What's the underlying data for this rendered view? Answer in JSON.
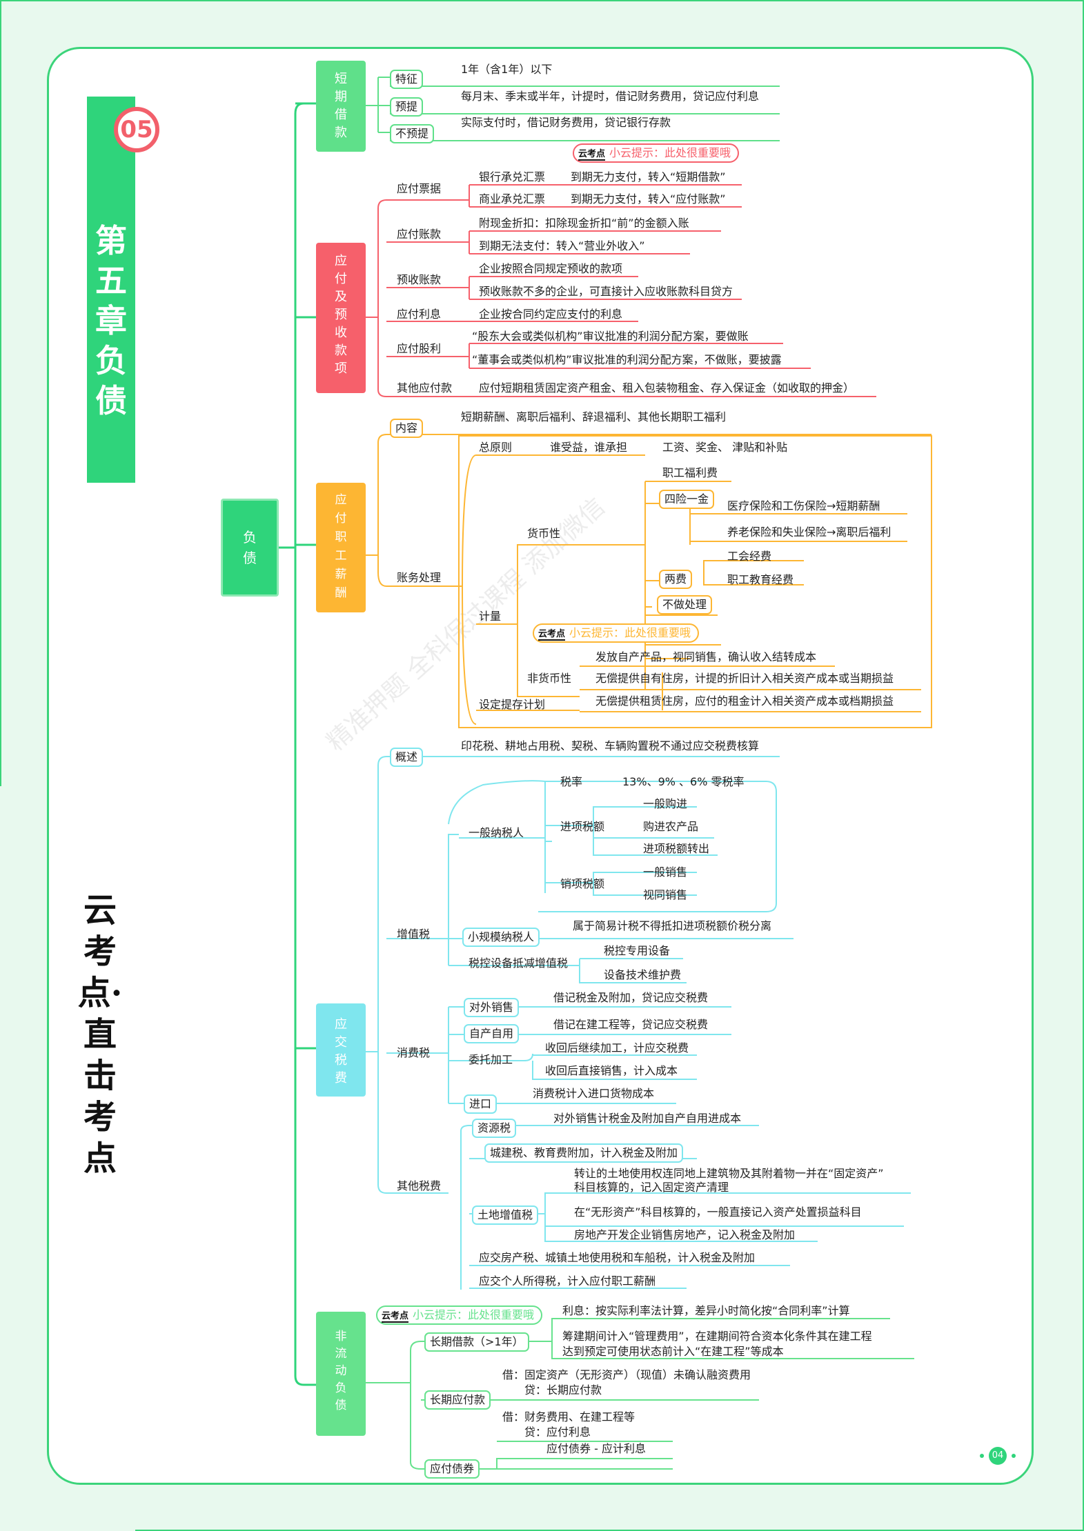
{
  "chapter_badge": "05",
  "chapter_title": "第五章 负债",
  "side_title": "云考点·直击考点",
  "page_number": "04",
  "tip_logo": "云考点",
  "watermark": "精准押题 全科保过课程 添加微信",
  "root": "负债",
  "colors": {
    "green": "#2fd47b",
    "short_term": "#5fe08a",
    "payable": "#f6606b",
    "salary": "#fdb633",
    "tax": "#7fe6ee",
    "noncurrent": "#66e28d"
  },
  "short": {
    "cat": "短期借款",
    "items": [
      {
        "label": "特征",
        "text": "1年（含1年）以下"
      },
      {
        "label": "预提",
        "text": "每月末、季末或半年，计提时，借记财务费用，贷记应付利息"
      },
      {
        "label": "不预提",
        "text": "实际支付时，借记财务费用，贷记银行存款"
      }
    ]
  },
  "payable": {
    "cat": "应付及预收款项",
    "tip": "小云提示：此处很重要哦",
    "notes_l1": "应付票据",
    "notes": [
      {
        "type": "银行承兑汇票",
        "text": "到期无力支付，转入“短期借款”"
      },
      {
        "type": "商业承兑汇票",
        "text": "到期无力支付，转入“应付账款”"
      }
    ],
    "ap_l1": "应付账款",
    "ap": [
      "附现金折扣：扣除现金折扣“前”的金额入账",
      "到期无法支付：转入“营业外收入”"
    ],
    "adv_l1": "预收账款",
    "adv": [
      "企业按照合同规定预收的款项",
      "预收账款不多的企业，可直接计入应收账款科目贷方"
    ],
    "int_l1": "应付利息",
    "int": "企业按合同约定应支付的利息",
    "div_l1": "应付股利",
    "div": [
      "“股东大会或类似机构”审议批准的利润分配方案，要做账",
      "“董事会或类似机构”审议批准的利润分配方案，不做账，要披露"
    ],
    "other_l1": "其他应付款",
    "other": "应付短期租赁固定资产租金、租入包装物租金、存入保证金（如收取的押金）"
  },
  "salary": {
    "cat": "应付职工薪酬",
    "content_l1": "内容",
    "content": "短期薪酬、离职后福利、辞退福利、其他长期职工福利",
    "acct_l1": "账务处理",
    "principle": "总原则",
    "principle_text": "谁受益，谁承担",
    "wages": "工资、奖金、 津贴和补贴",
    "measure": "计量",
    "monetary": "货币性",
    "welfare": "职工福利费",
    "four": "四险一金",
    "four_a": "医疗保险和工伤保险→短期薪酬",
    "four_b": "养老保险和失业保险→离职后福利",
    "two": "两费",
    "two_a": "工会经费",
    "two_b": "职工教育经费",
    "noproc": "不做处理",
    "tip": "小云提示：此处很重要哦",
    "nonmon": "非货币性",
    "nonmon_items": [
      "发放自产产品，视同销售，确认收入结转成本",
      "无偿提供自有住房，计提的折旧计入相关资产成本或当期损益",
      "无偿提供租赁住房，应付的租金计入相关资产成本或档期损益"
    ],
    "plan": "设定提存计划"
  },
  "tax": {
    "cat": "应交税费",
    "overview_l1": "概述",
    "overview": "印花税、耕地占用税、契税、车辆购置税不通过应交税费核算",
    "vat_l1": "增值税",
    "general": "一般纳税人",
    "rate": "税率",
    "rate_text": "13%、9% 、6% 零税率",
    "input": "进项税额",
    "input_items": [
      "一般购进",
      "购进农产品",
      "进项税额转出"
    ],
    "output": "销项税额",
    "output_items": [
      "一般销售",
      "视同销售"
    ],
    "small": "小规模纳税人",
    "small_text": "属于简易计税不得抵扣进项税额价税分离",
    "device": "税控设备抵减增值税",
    "device_items": [
      "税控专用设备",
      "设备技术维护费"
    ],
    "consumption_l1": "消费税",
    "sale": "对外销售",
    "sale_text": "借记税金及附加，贷记应交税费",
    "self": "自产自用",
    "self_text": "借记在建工程等，贷记应交税费",
    "entrust": "委托加工",
    "entrust_items": [
      "收回后继续加工，计应交税费",
      "收回后直接销售，计入成本"
    ],
    "import": "进口",
    "import_text": "消费税计入进口货物成本",
    "other_l1": "其他税费",
    "resource": "资源税",
    "resource_text": "对外销售计税金及附加自产自用进成本",
    "urban": "城建税、教育费附加，计入税金及附加",
    "land": "土地增值税",
    "land_items": [
      "转让的土地使用权连同地上建筑物及其附着物一并在“固定资产”",
      "科目核算的，记入固定资产清理",
      "在“无形资产”科目核算的，一般直接记入资产处置损益科目",
      "房地产开发企业销售房地产，记入税金及附加"
    ],
    "prop": "应交房产税、城镇土地使用税和车船税，计入税金及附加",
    "pit": "应交个人所得税，计入应付职工薪酬"
  },
  "noncurrent": {
    "cat": "非流动负债",
    "tip": "小云提示：此处很重要哦",
    "long_loan": "长期借款（>1年）",
    "long_loan_a": "利息：按实际利率法计算，差异小时简化按“合同利率”计算",
    "long_loan_b1": "筹建期间计入“管理费用”，在建期间符合资本化条件其在建工程",
    "long_loan_b2": "达到预定可使用状态前计入“在建工程”等成本",
    "long_pay": "长期应付款",
    "long_pay_a1": "借：固定资产（无形资产）（现值）未确认融资费用",
    "long_pay_a2": "贷：长期应付款",
    "bond": "应付债券",
    "bond_a1": "借：财务费用、在建工程等",
    "bond_a2": "贷：应付利息",
    "bond_a3": "应付债券 - 应计利息"
  }
}
